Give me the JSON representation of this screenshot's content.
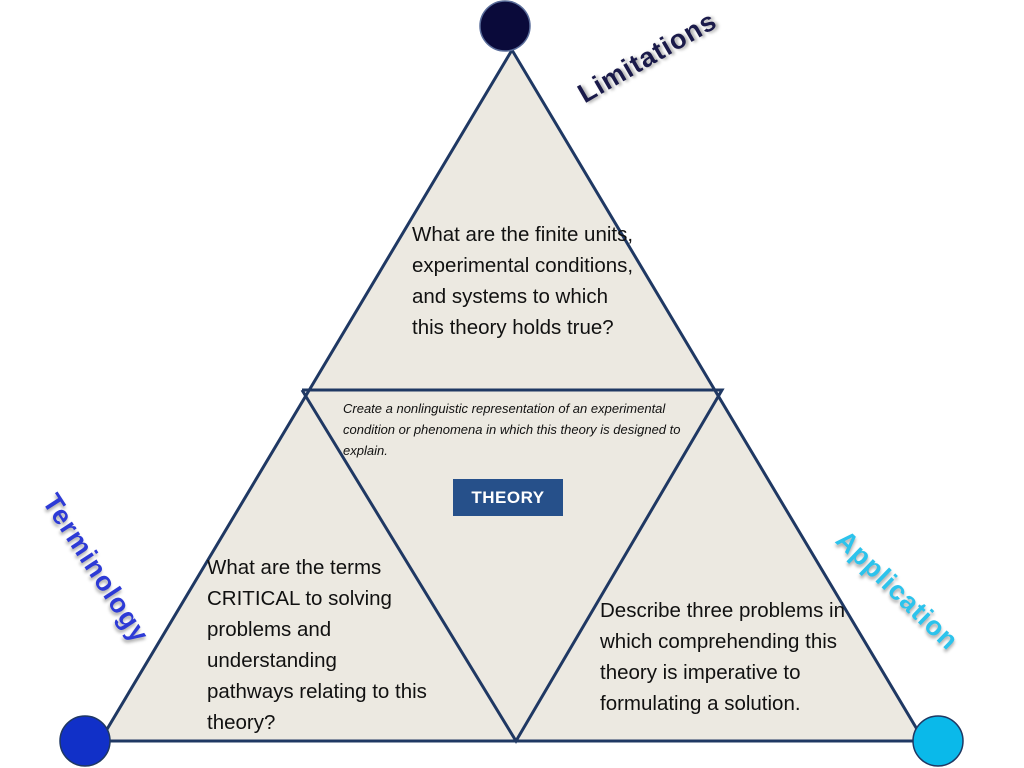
{
  "triangles": {
    "top": "What are the finite units, experimental conditions, and systems to which this theory holds true?",
    "center": "Create a nonlinguistic representation of  an experimental condition  or phenomena in which this theory is designed to explain.",
    "left": "What are the terms CRITICAL to solving problems and understanding pathways relating to this theory?",
    "right": "Describe three problems in which comprehending this theory is imperative to formulating a solution."
  },
  "center_badge": "THEORY",
  "corners": {
    "top": "Limitations",
    "left": "Terminology",
    "right": "Application"
  },
  "colors": {
    "triangle_fill": "#ece9e1",
    "outline": "#1f3863",
    "badge": "#26508a",
    "limitations": "#1a1a4a",
    "terminology": "#2d3ad6",
    "application": "#2cc3ec",
    "top_circle": "#0a0a3a",
    "left_circle": "#1130c8",
    "right_circle": "#0ab9ea"
  }
}
